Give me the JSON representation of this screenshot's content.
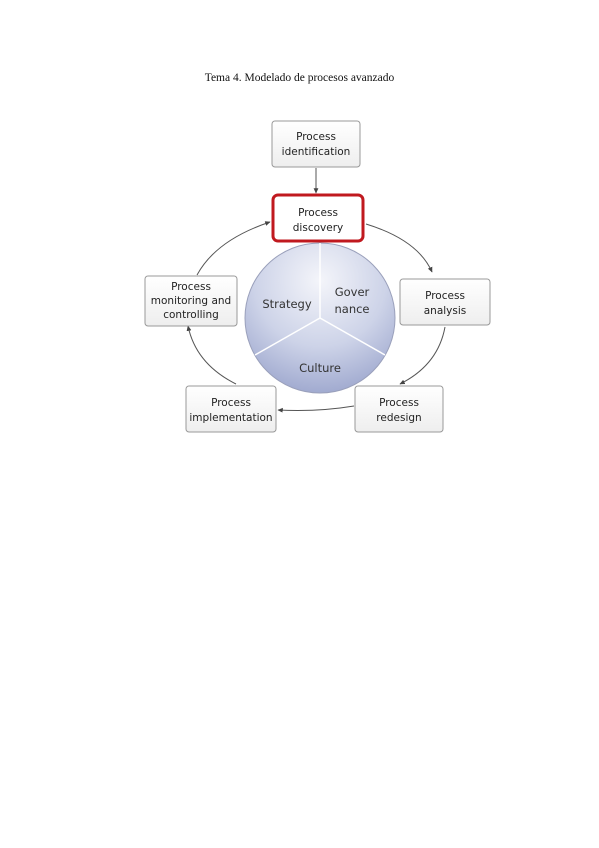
{
  "header": {
    "title": "Tema 4. Modelado de procesos avanzado"
  },
  "diagram": {
    "colors": {
      "highlight": "#c0191f",
      "pie_light": "#eef0f6",
      "pie_dark": "#a3acd0",
      "arrow": "#444444"
    },
    "boxes": {
      "identification": {
        "line1": "Process",
        "line2": "identification"
      },
      "discovery": {
        "line1": "Process",
        "line2": "discovery"
      },
      "analysis": {
        "line1": "Process",
        "line2": "analysis"
      },
      "redesign": {
        "line1": "Process",
        "line2": "redesign"
      },
      "implementation": {
        "line1": "Process",
        "line2": "implementation"
      },
      "monitoring": {
        "line1": "Process",
        "line2": "monitoring and",
        "line3": "controlling"
      }
    },
    "pie": {
      "strategy": "Strategy",
      "governance_1": "Gover",
      "governance_2": "nance",
      "culture": "Culture"
    }
  }
}
